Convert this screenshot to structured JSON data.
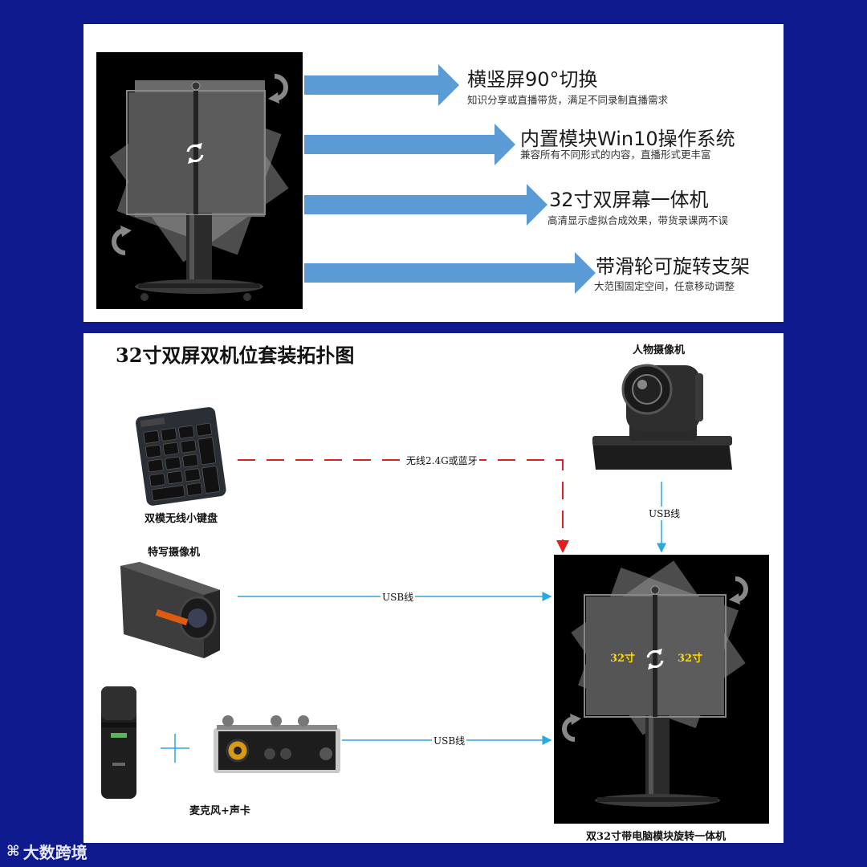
{
  "features": [
    {
      "title": "横竖屏90°切换",
      "desc": "知识分享或直播带货，满足不同录制直播需求"
    },
    {
      "title": "内置模块Win10操作系统",
      "desc": "兼容所有不同形式的内容，直播形式更丰富"
    },
    {
      "title": "32寸双屏幕一体机",
      "desc": "高清显示虚拟合成效果，带货录课两不误"
    },
    {
      "title": "带滑轮可旋转支架",
      "desc": "大范围固定空间，任意移动调整"
    }
  ],
  "topology": {
    "title": "32寸双屏双机位套装拓扑图",
    "keyboard_label": "双模无线小键盘",
    "ptz_camera_label": "人物摄像机",
    "closeup_camera_label": "特写摄像机",
    "mic_label": "麦克风+声卡",
    "main_unit_label": "双32寸带电脑模块旋转一体机",
    "wireless_label": "无线2.4G或蓝牙",
    "usb_ptz_label": "USB线",
    "usb_closeup_label": "USB线",
    "usb_audio_label": "USB线",
    "screen_left_label": "32寸",
    "screen_right_label": "32寸"
  },
  "watermark": {
    "text": "大数跨境"
  },
  "colors": {
    "background": "#0f1a8e",
    "arrow": "#5b9bd5",
    "usb_line": "#29a9e0",
    "wireless_line": "#e02020",
    "screen_label": "#ffd800"
  }
}
